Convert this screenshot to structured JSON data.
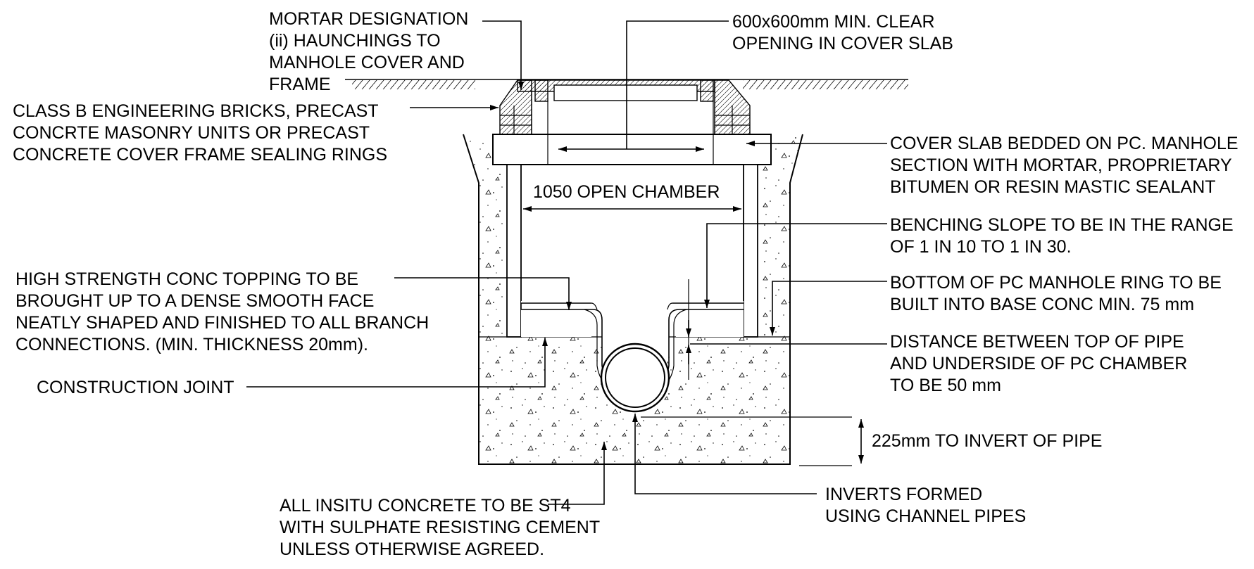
{
  "labels": {
    "mortar": [
      "MORTAR DESIGNATION",
      "(ii) HAUNCHINGS TO",
      "MANHOLE COVER AND",
      "FRAME"
    ],
    "clear_opening": [
      "600x600mm MIN. CLEAR",
      "OPENING IN COVER SLAB"
    ],
    "bricks": [
      "CLASS B ENGINEERING BRICKS, PRECAST",
      "CONCRTE MASONRY UNITS OR PRECAST",
      "CONCRETE COVER FRAME SEALING RINGS"
    ],
    "cover_slab": [
      "COVER SLAB BEDDED ON PC. MANHOLE",
      "SECTION WITH MORTAR, PROPRIETARY",
      "BITUMEN OR RESIN MASTIC SEALANT"
    ],
    "open_chamber": "1050 OPEN CHAMBER",
    "benching": [
      "BENCHING SLOPE TO BE IN THE RANGE",
      "OF 1 IN 10 TO 1 IN 30."
    ],
    "topping": [
      "HIGH STRENGTH CONC TOPPING TO BE",
      "BROUGHT UP TO A DENSE SMOOTH FACE",
      "NEATLY SHAPED AND FINISHED TO ALL BRANCH",
      "CONNECTIONS. (MIN. THICKNESS 20mm)."
    ],
    "bottom_ring": [
      "BOTTOM OF PC MANHOLE RING TO BE",
      "BUILT INTO BASE CONC MIN. 75 mm"
    ],
    "distance": [
      "DISTANCE BETWEEN TOP OF PIPE",
      "AND UNDERSIDE OF PC CHAMBER",
      "TO BE 50 mm"
    ],
    "construction_joint": "CONSTRUCTION JOINT",
    "invert": "225mm TO INVERT OF PIPE",
    "inverts_formed": [
      "INVERTS FORMED",
      "USING CHANNEL PIPES"
    ],
    "insitu": [
      "ALL INSITU CONCRETE TO BE ST4",
      "WITH SULPHATE RESISTING CEMENT",
      "UNLESS OTHERWISE AGREED."
    ]
  }
}
